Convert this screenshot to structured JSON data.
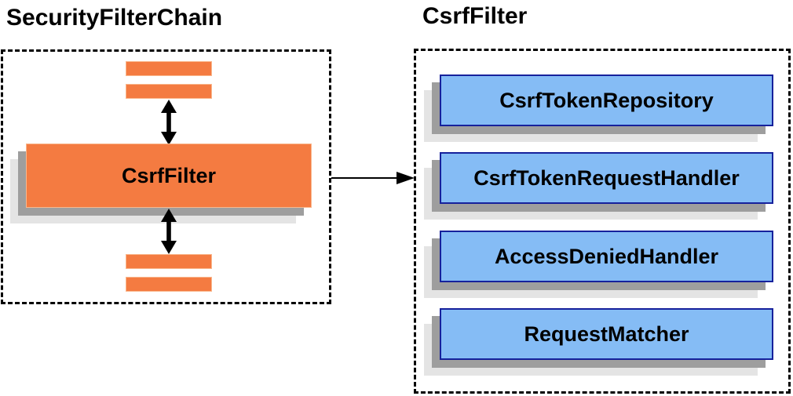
{
  "diagram": {
    "left_panel": {
      "title": "SecurityFilterChain",
      "filter_box_label": "CsrfFilter"
    },
    "right_panel": {
      "title": "CsrfFilter",
      "components": [
        {
          "label": "CsrfTokenRepository"
        },
        {
          "label": "CsrfTokenRequestHandler"
        },
        {
          "label": "AccessDeniedHandler"
        },
        {
          "label": "RequestMatcher"
        }
      ]
    },
    "colors": {
      "orange_fill": "#f47b41",
      "orange_border": "#f9b88e",
      "blue_fill": "#85bcf5",
      "blue_border": "#16219c",
      "shadow_dark": "#9e9e9e",
      "shadow_light": "#e4e4e4",
      "line_black": "#000000"
    }
  }
}
